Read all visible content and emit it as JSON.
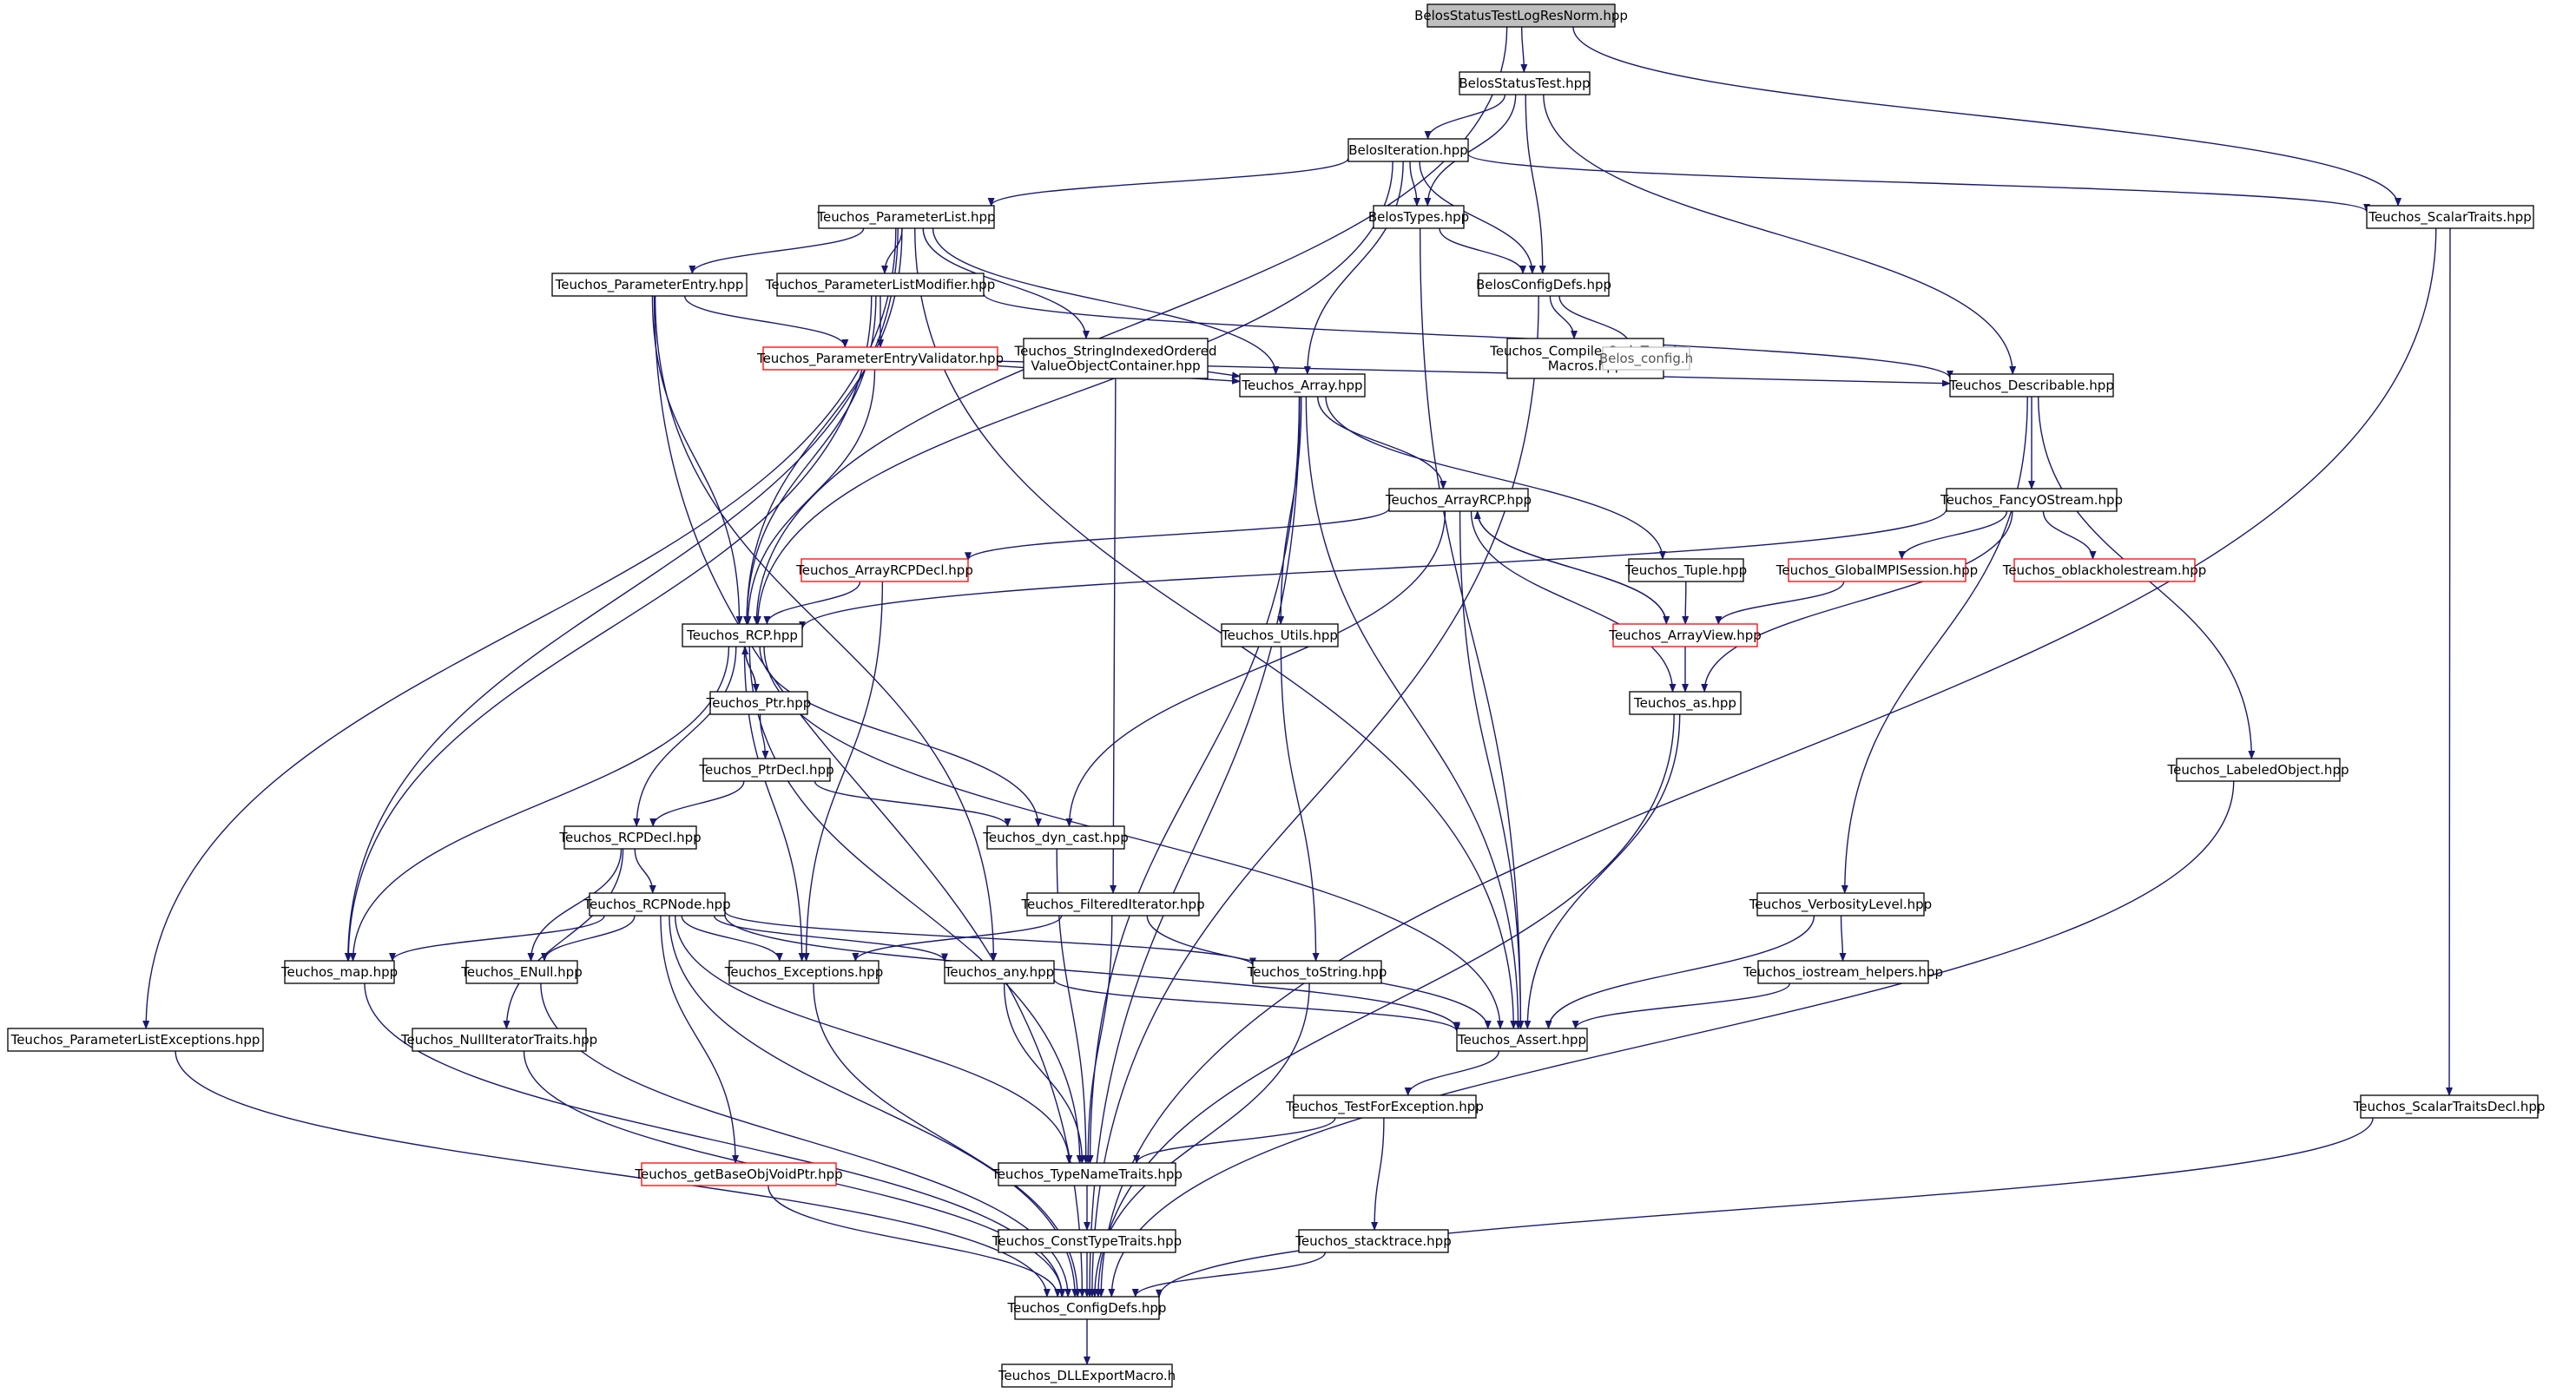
{
  "graph": {
    "nodes": [
      {
        "id": "root",
        "label": "BelosStatusTestLogResNorm.hpp",
        "style": "root"
      },
      {
        "id": "statustest",
        "label": "BelosStatusTest.hpp",
        "style": "normal"
      },
      {
        "id": "iteration",
        "label": "BelosIteration.hpp",
        "style": "normal"
      },
      {
        "id": "paramlist",
        "label": "Teuchos_ParameterList.hpp",
        "style": "normal"
      },
      {
        "id": "belostypes",
        "label": "BelosTypes.hpp",
        "style": "normal"
      },
      {
        "id": "scalartraits",
        "label": "Teuchos_ScalarTraits.hpp",
        "style": "normal"
      },
      {
        "id": "paramentry",
        "label": "Teuchos_ParameterEntry.hpp",
        "style": "normal"
      },
      {
        "id": "plmodifier",
        "label": "Teuchos_ParameterListModifier.hpp",
        "style": "normal"
      },
      {
        "id": "belosconfig",
        "label": "BelosConfigDefs.hpp",
        "style": "normal"
      },
      {
        "id": "pevalidator",
        "label": "Teuchos_ParameterEntryValidator.hpp",
        "style": "red"
      },
      {
        "id": "stringindexed",
        "label": "Teuchos_StringIndexedOrdered\nValueObjectContainer.hpp",
        "style": "normal"
      },
      {
        "id": "compilertweak",
        "label": "Teuchos_CompilerCodeTweak\nMacros.hpp",
        "style": "normal"
      },
      {
        "id": "belosconfigh",
        "label": "Belos_config.h",
        "style": "gray"
      },
      {
        "id": "array",
        "label": "Teuchos_Array.hpp",
        "style": "normal"
      },
      {
        "id": "describable",
        "label": "Teuchos_Describable.hpp",
        "style": "normal"
      },
      {
        "id": "arrayrcp",
        "label": "Teuchos_ArrayRCP.hpp",
        "style": "normal"
      },
      {
        "id": "fancyostream",
        "label": "Teuchos_FancyOStream.hpp",
        "style": "normal"
      },
      {
        "id": "arrayrcpdecl",
        "label": "Teuchos_ArrayRCPDecl.hpp",
        "style": "red"
      },
      {
        "id": "tuple",
        "label": "Teuchos_Tuple.hpp",
        "style": "normal"
      },
      {
        "id": "globalmpi",
        "label": "Teuchos_GlobalMPISession.hpp",
        "style": "red"
      },
      {
        "id": "oblackhole",
        "label": "Teuchos_oblackholestream.hpp",
        "style": "red"
      },
      {
        "id": "rcp",
        "label": "Teuchos_RCP.hpp",
        "style": "normal"
      },
      {
        "id": "utils",
        "label": "Teuchos_Utils.hpp",
        "style": "normal"
      },
      {
        "id": "arrayview",
        "label": "Teuchos_ArrayView.hpp",
        "style": "red"
      },
      {
        "id": "ptr",
        "label": "Teuchos_Ptr.hpp",
        "style": "normal"
      },
      {
        "id": "as",
        "label": "Teuchos_as.hpp",
        "style": "normal"
      },
      {
        "id": "ptrdecl",
        "label": "Teuchos_PtrDecl.hpp",
        "style": "normal"
      },
      {
        "id": "labeledobject",
        "label": "Teuchos_LabeledObject.hpp",
        "style": "normal"
      },
      {
        "id": "rcpdecl",
        "label": "Teuchos_RCPDecl.hpp",
        "style": "normal"
      },
      {
        "id": "dyncast",
        "label": "Teuchos_dyn_cast.hpp",
        "style": "normal"
      },
      {
        "id": "rcpnode",
        "label": "Teuchos_RCPNode.hpp",
        "style": "normal"
      },
      {
        "id": "filtered",
        "label": "Teuchos_FilteredIterator.hpp",
        "style": "normal"
      },
      {
        "id": "verbosity",
        "label": "Teuchos_VerbosityLevel.hpp",
        "style": "normal"
      },
      {
        "id": "map",
        "label": "Teuchos_map.hpp",
        "style": "normal"
      },
      {
        "id": "enull",
        "label": "Teuchos_ENull.hpp",
        "style": "normal"
      },
      {
        "id": "exceptions",
        "label": "Teuchos_Exceptions.hpp",
        "style": "normal"
      },
      {
        "id": "any",
        "label": "Teuchos_any.hpp",
        "style": "normal"
      },
      {
        "id": "tostring",
        "label": "Teuchos_toString.hpp",
        "style": "normal"
      },
      {
        "id": "iostreamhelpers",
        "label": "Teuchos_iostream_helpers.hpp",
        "style": "normal"
      },
      {
        "id": "plexceptions",
        "label": "Teuchos_ParameterListExceptions.hpp",
        "style": "normal"
      },
      {
        "id": "nulliter",
        "label": "Teuchos_NullIteratorTraits.hpp",
        "style": "normal"
      },
      {
        "id": "assert",
        "label": "Teuchos_Assert.hpp",
        "style": "normal"
      },
      {
        "id": "testforexc",
        "label": "Teuchos_TestForException.hpp",
        "style": "normal"
      },
      {
        "id": "scalartraitsdecl",
        "label": "Teuchos_ScalarTraitsDecl.hpp",
        "style": "normal"
      },
      {
        "id": "getbaseobj",
        "label": "Teuchos_getBaseObjVoidPtr.hpp",
        "style": "red"
      },
      {
        "id": "typenametraits",
        "label": "Teuchos_TypeNameTraits.hpp",
        "style": "normal"
      },
      {
        "id": "consttypetraits",
        "label": "Teuchos_ConstTypeTraits.hpp",
        "style": "normal"
      },
      {
        "id": "stacktrace",
        "label": "Teuchos_stacktrace.hpp",
        "style": "normal"
      },
      {
        "id": "configdefs",
        "label": "Teuchos_ConfigDefs.hpp",
        "style": "normal"
      },
      {
        "id": "dllexport",
        "label": "Teuchos_DLLExportMacro.h",
        "style": "normal"
      }
    ],
    "edges": [
      [
        "root",
        "statustest"
      ],
      [
        "root",
        "rcp"
      ],
      [
        "root",
        "scalartraits"
      ],
      [
        "statustest",
        "iteration"
      ],
      [
        "statustest",
        "belostypes"
      ],
      [
        "statustest",
        "belosconfig"
      ],
      [
        "statustest",
        "describable"
      ],
      [
        "iteration",
        "paramlist"
      ],
      [
        "iteration",
        "belostypes"
      ],
      [
        "iteration",
        "belosconfig"
      ],
      [
        "iteration",
        "rcp"
      ],
      [
        "iteration",
        "array"
      ],
      [
        "iteration",
        "scalartraits"
      ],
      [
        "paramlist",
        "paramentry"
      ],
      [
        "paramlist",
        "plmodifier"
      ],
      [
        "paramlist",
        "stringindexed"
      ],
      [
        "paramlist",
        "array"
      ],
      [
        "paramlist",
        "rcp"
      ],
      [
        "paramlist",
        "map"
      ],
      [
        "paramlist",
        "plexceptions"
      ],
      [
        "paramlist",
        "assert"
      ],
      [
        "belostypes",
        "belosconfig"
      ],
      [
        "belostypes",
        "assert"
      ],
      [
        "belosconfig",
        "compilertweak"
      ],
      [
        "belosconfig",
        "belosconfigh"
      ],
      [
        "belosconfig",
        "configdefs"
      ],
      [
        "scalartraits",
        "scalartraitsdecl"
      ],
      [
        "scalartraits",
        "configdefs"
      ],
      [
        "paramentry",
        "pevalidator"
      ],
      [
        "paramentry",
        "rcp"
      ],
      [
        "paramentry",
        "any"
      ],
      [
        "paramentry",
        "configdefs"
      ],
      [
        "plmodifier",
        "pevalidator"
      ],
      [
        "plmodifier",
        "rcp"
      ],
      [
        "plmodifier",
        "map"
      ],
      [
        "plmodifier",
        "describable"
      ],
      [
        "pevalidator",
        "array"
      ],
      [
        "pevalidator",
        "rcp"
      ],
      [
        "pevalidator",
        "describable"
      ],
      [
        "stringindexed",
        "array"
      ],
      [
        "stringindexed",
        "filtered"
      ],
      [
        "array",
        "arrayrcp"
      ],
      [
        "array",
        "utils"
      ],
      [
        "array",
        "tuple"
      ],
      [
        "array",
        "assert"
      ],
      [
        "array",
        "typenametraits"
      ],
      [
        "array",
        "configdefs"
      ],
      [
        "describable",
        "fancyostream"
      ],
      [
        "describable",
        "labeledobject"
      ],
      [
        "describable",
        "verbosity"
      ],
      [
        "arrayrcp",
        "arrayrcpdecl"
      ],
      [
        "arrayrcp",
        "arrayview"
      ],
      [
        "arrayrcp",
        "as"
      ],
      [
        "arrayrcp",
        "dyncast"
      ],
      [
        "arrayrcp",
        "assert"
      ],
      [
        "fancyostream",
        "globalmpi"
      ],
      [
        "fancyostream",
        "oblackhole"
      ],
      [
        "fancyostream",
        "rcp"
      ],
      [
        "fancyostream",
        "as"
      ],
      [
        "arrayrcpdecl",
        "rcp"
      ],
      [
        "arrayrcpdecl",
        "exceptions"
      ],
      [
        "tuple",
        "arrayview"
      ],
      [
        "globalmpi",
        "arrayview"
      ],
      [
        "arrayview",
        "arrayrcp"
      ],
      [
        "arrayview",
        "as"
      ],
      [
        "rcp",
        "ptr"
      ],
      [
        "rcp",
        "rcpdecl"
      ],
      [
        "rcp",
        "dyncast"
      ],
      [
        "rcp",
        "map"
      ],
      [
        "rcp",
        "exceptions"
      ],
      [
        "rcp",
        "typenametraits"
      ],
      [
        "rcp",
        "assert"
      ],
      [
        "utils",
        "tostring"
      ],
      [
        "ptr",
        "rcp"
      ],
      [
        "ptr",
        "ptrdecl"
      ],
      [
        "as",
        "assert"
      ],
      [
        "as",
        "configdefs"
      ],
      [
        "ptrdecl",
        "rcpdecl"
      ],
      [
        "ptrdecl",
        "dyncast"
      ],
      [
        "labeledobject",
        "configdefs"
      ],
      [
        "rcpdecl",
        "rcpnode"
      ],
      [
        "rcpdecl",
        "enull"
      ],
      [
        "rcpdecl",
        "nulliter"
      ],
      [
        "dyncast",
        "typenametraits"
      ],
      [
        "rcpnode",
        "map"
      ],
      [
        "rcpnode",
        "enull"
      ],
      [
        "rcpnode",
        "exceptions"
      ],
      [
        "rcpnode",
        "any"
      ],
      [
        "rcpnode",
        "tostring"
      ],
      [
        "rcpnode",
        "assert"
      ],
      [
        "rcpnode",
        "getbaseobj"
      ],
      [
        "rcpnode",
        "typenametraits"
      ],
      [
        "rcpnode",
        "configdefs"
      ],
      [
        "filtered",
        "exceptions"
      ],
      [
        "filtered",
        "typenametraits"
      ],
      [
        "filtered",
        "assert"
      ],
      [
        "verbosity",
        "iostreamhelpers"
      ],
      [
        "verbosity",
        "assert"
      ],
      [
        "map",
        "configdefs"
      ],
      [
        "enull",
        "configdefs"
      ],
      [
        "exceptions",
        "configdefs"
      ],
      [
        "any",
        "typenametraits"
      ],
      [
        "any",
        "assert"
      ],
      [
        "tostring",
        "configdefs"
      ],
      [
        "iostreamhelpers",
        "assert"
      ],
      [
        "plexceptions",
        "configdefs"
      ],
      [
        "nulliter",
        "configdefs"
      ],
      [
        "assert",
        "testforexc"
      ],
      [
        "testforexc",
        "typenametraits"
      ],
      [
        "testforexc",
        "stacktrace"
      ],
      [
        "scalartraitsdecl",
        "configdefs"
      ],
      [
        "getbaseobj",
        "configdefs"
      ],
      [
        "typenametraits",
        "consttypetraits"
      ],
      [
        "consttypetraits",
        "configdefs"
      ],
      [
        "stacktrace",
        "configdefs"
      ],
      [
        "configdefs",
        "dllexport"
      ]
    ],
    "colors": {
      "edge": "#191970",
      "box_border": "#000000",
      "red_border": "#ff0000",
      "gray_border": "#bfbfbf",
      "root_fill": "#bfbfbf",
      "text": "#000000"
    }
  }
}
